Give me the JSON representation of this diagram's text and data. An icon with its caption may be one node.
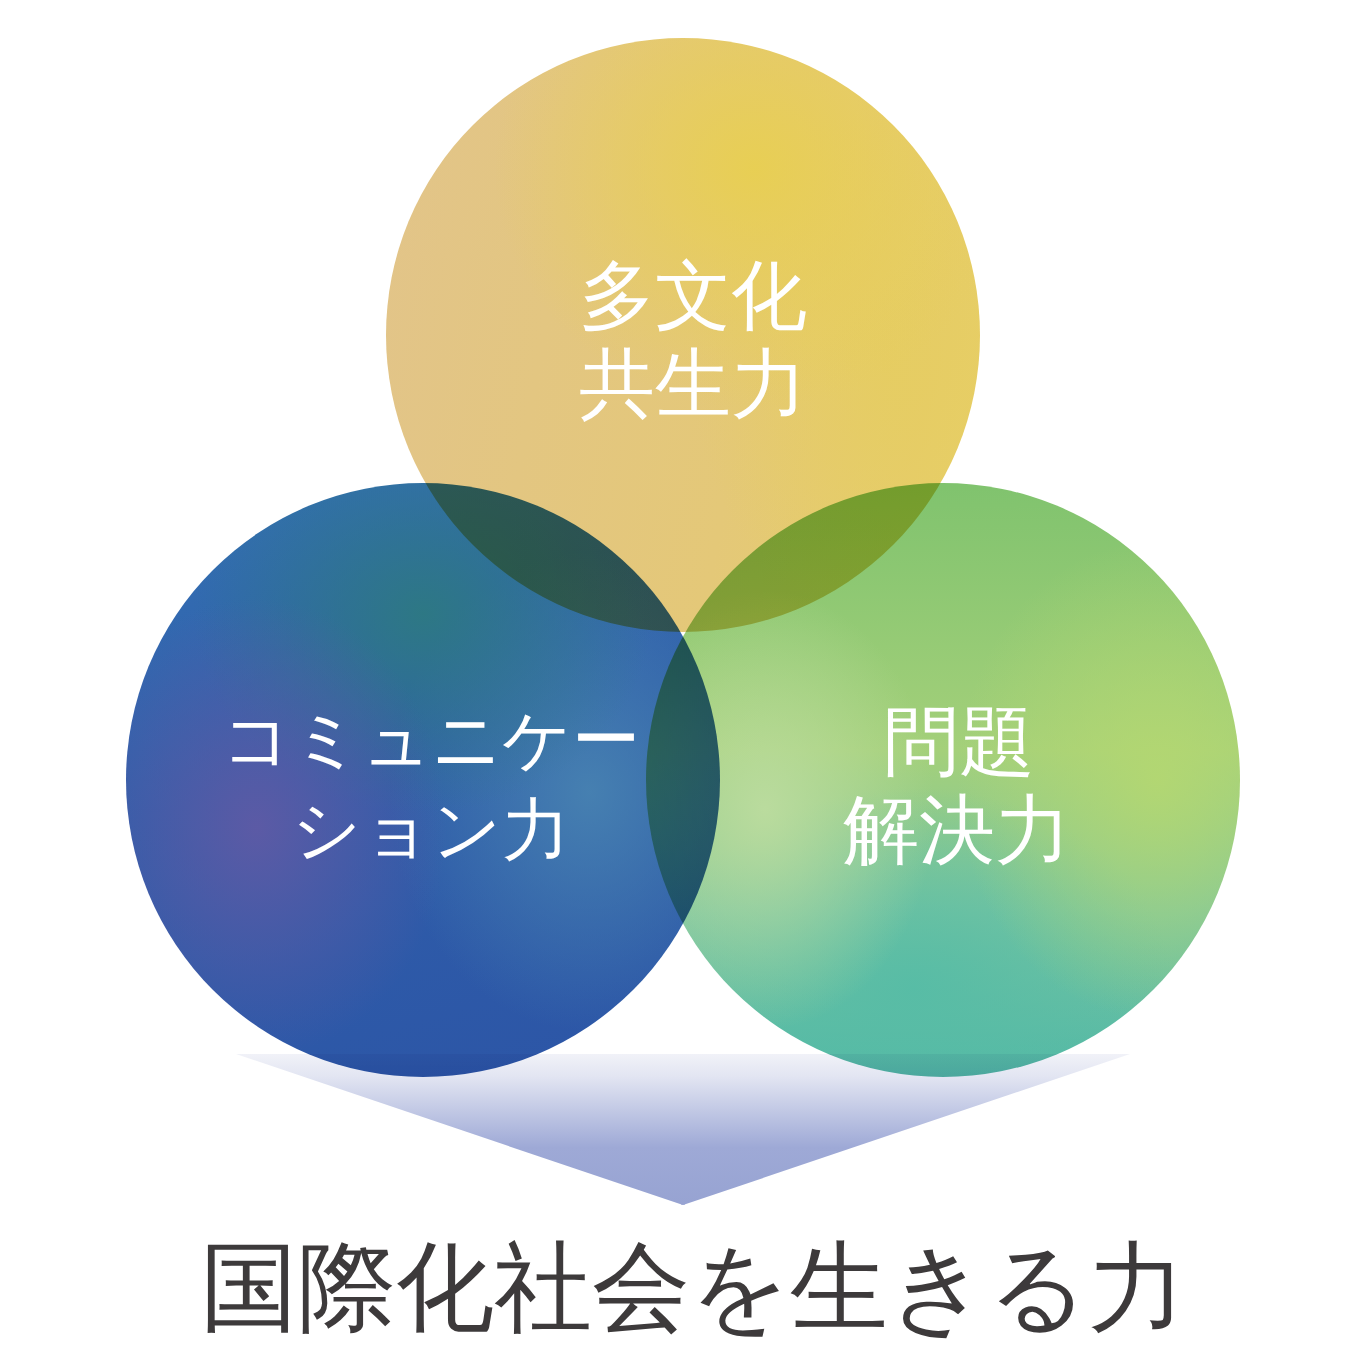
{
  "diagram": {
    "nodes": [
      {
        "text": [
          "多文化共生力"
        ]
      },
      {
        "text": [
          "コミュニケーション力"
        ]
      },
      {
        "text": [
          "問題解決力"
        ]
      },
      {
        "text": [
          "国際化社会を生きる力"
        ]
      }
    ],
    "edges": [
      {
        "from": 1,
        "to": 3,
        "arrow": "to"
      },
      {
        "from": 2,
        "to": 3,
        "arrow": "to"
      }
    ]
  }
}
